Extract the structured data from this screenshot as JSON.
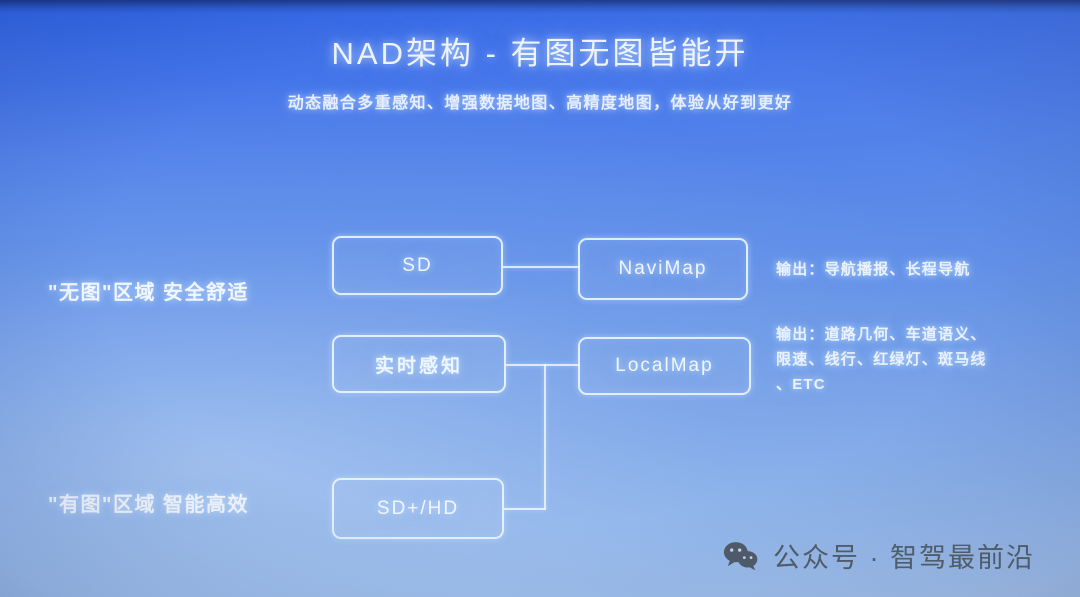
{
  "slide": {
    "title": "NAD架构 - 有图无图皆能开",
    "subtitle": "动态融合多重感知、增强数据地图、高精度地图，体验从好到更好"
  },
  "side_labels": {
    "no_map": "\"无图\"区域 安全舒适",
    "has_map": "\"有图\"区域 智能高效"
  },
  "diagram": {
    "nodes": [
      {
        "id": "sd",
        "label": "SD"
      },
      {
        "id": "navimap",
        "label": "NaviMap"
      },
      {
        "id": "realtime",
        "label": "实时感知"
      },
      {
        "id": "localmap",
        "label": "LocalMap"
      },
      {
        "id": "sdhd",
        "label": "SD+/HD"
      }
    ],
    "annotations": [
      {
        "id": "navimap-output",
        "text": "输出：导航播报、长程导航"
      },
      {
        "id": "localmap-output",
        "text": "输出：道路几何、车道语义、\n限速、线行、红绿灯、斑马线\n、ETC"
      }
    ]
  },
  "watermark": {
    "icon": "wechat-icon",
    "text": "公众号 · 智驾最前沿"
  },
  "colors": {
    "bg_top": "#2f63e8",
    "bg_bottom": "#a9c6ee",
    "line": "#eef6ff",
    "text": "#f0f6ff",
    "watermark_text": "#4a5560"
  }
}
